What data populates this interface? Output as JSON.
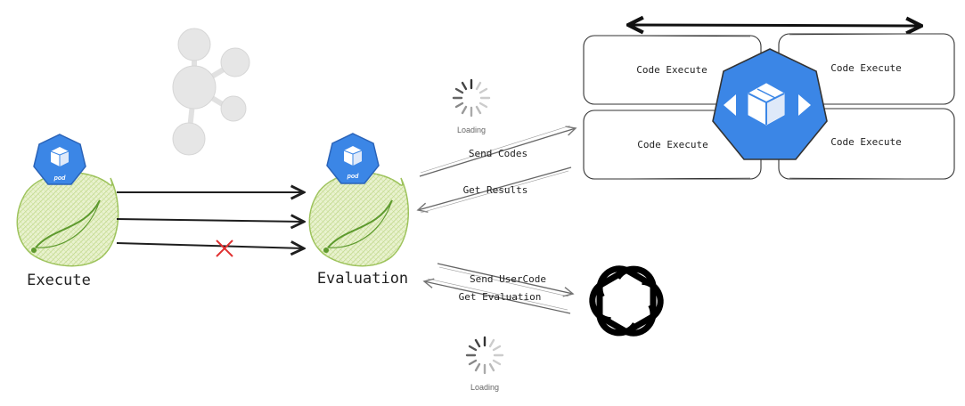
{
  "nodes": {
    "execute": {
      "label": "Execute",
      "badge": "pod"
    },
    "evaluation": {
      "label": "Evaluation",
      "badge": "pod"
    }
  },
  "edges": {
    "send_codes": "Send Codes",
    "get_results": "Get Results",
    "send_usercode": "Send UserCode",
    "get_evaluation": "Get Evaluation"
  },
  "loading": {
    "top": "Loading",
    "bottom": "Loading"
  },
  "cluster": {
    "boxes": [
      {
        "label": "Code Execute"
      },
      {
        "label": "Code Execute"
      },
      {
        "label": "Code Execute"
      },
      {
        "label": "Code Execute"
      }
    ]
  },
  "colors": {
    "kube_blue": "#3970e4",
    "kube_blue_light": "#3b86e6",
    "spring_green": "#6db33f",
    "blocked_mark": "#e03030",
    "arrow": "#1e1e1e",
    "faded": "#dedede"
  },
  "icons": {
    "pod": "kubernetes-pod-icon",
    "spring": "spring-leaf-icon",
    "kubernetes_cluster": "kubernetes-cluster-icon",
    "openai": "openai-logo-icon",
    "network": "network-graph-icon",
    "spinner": "loading-spinner-icon",
    "blocked": "x-mark-icon"
  }
}
